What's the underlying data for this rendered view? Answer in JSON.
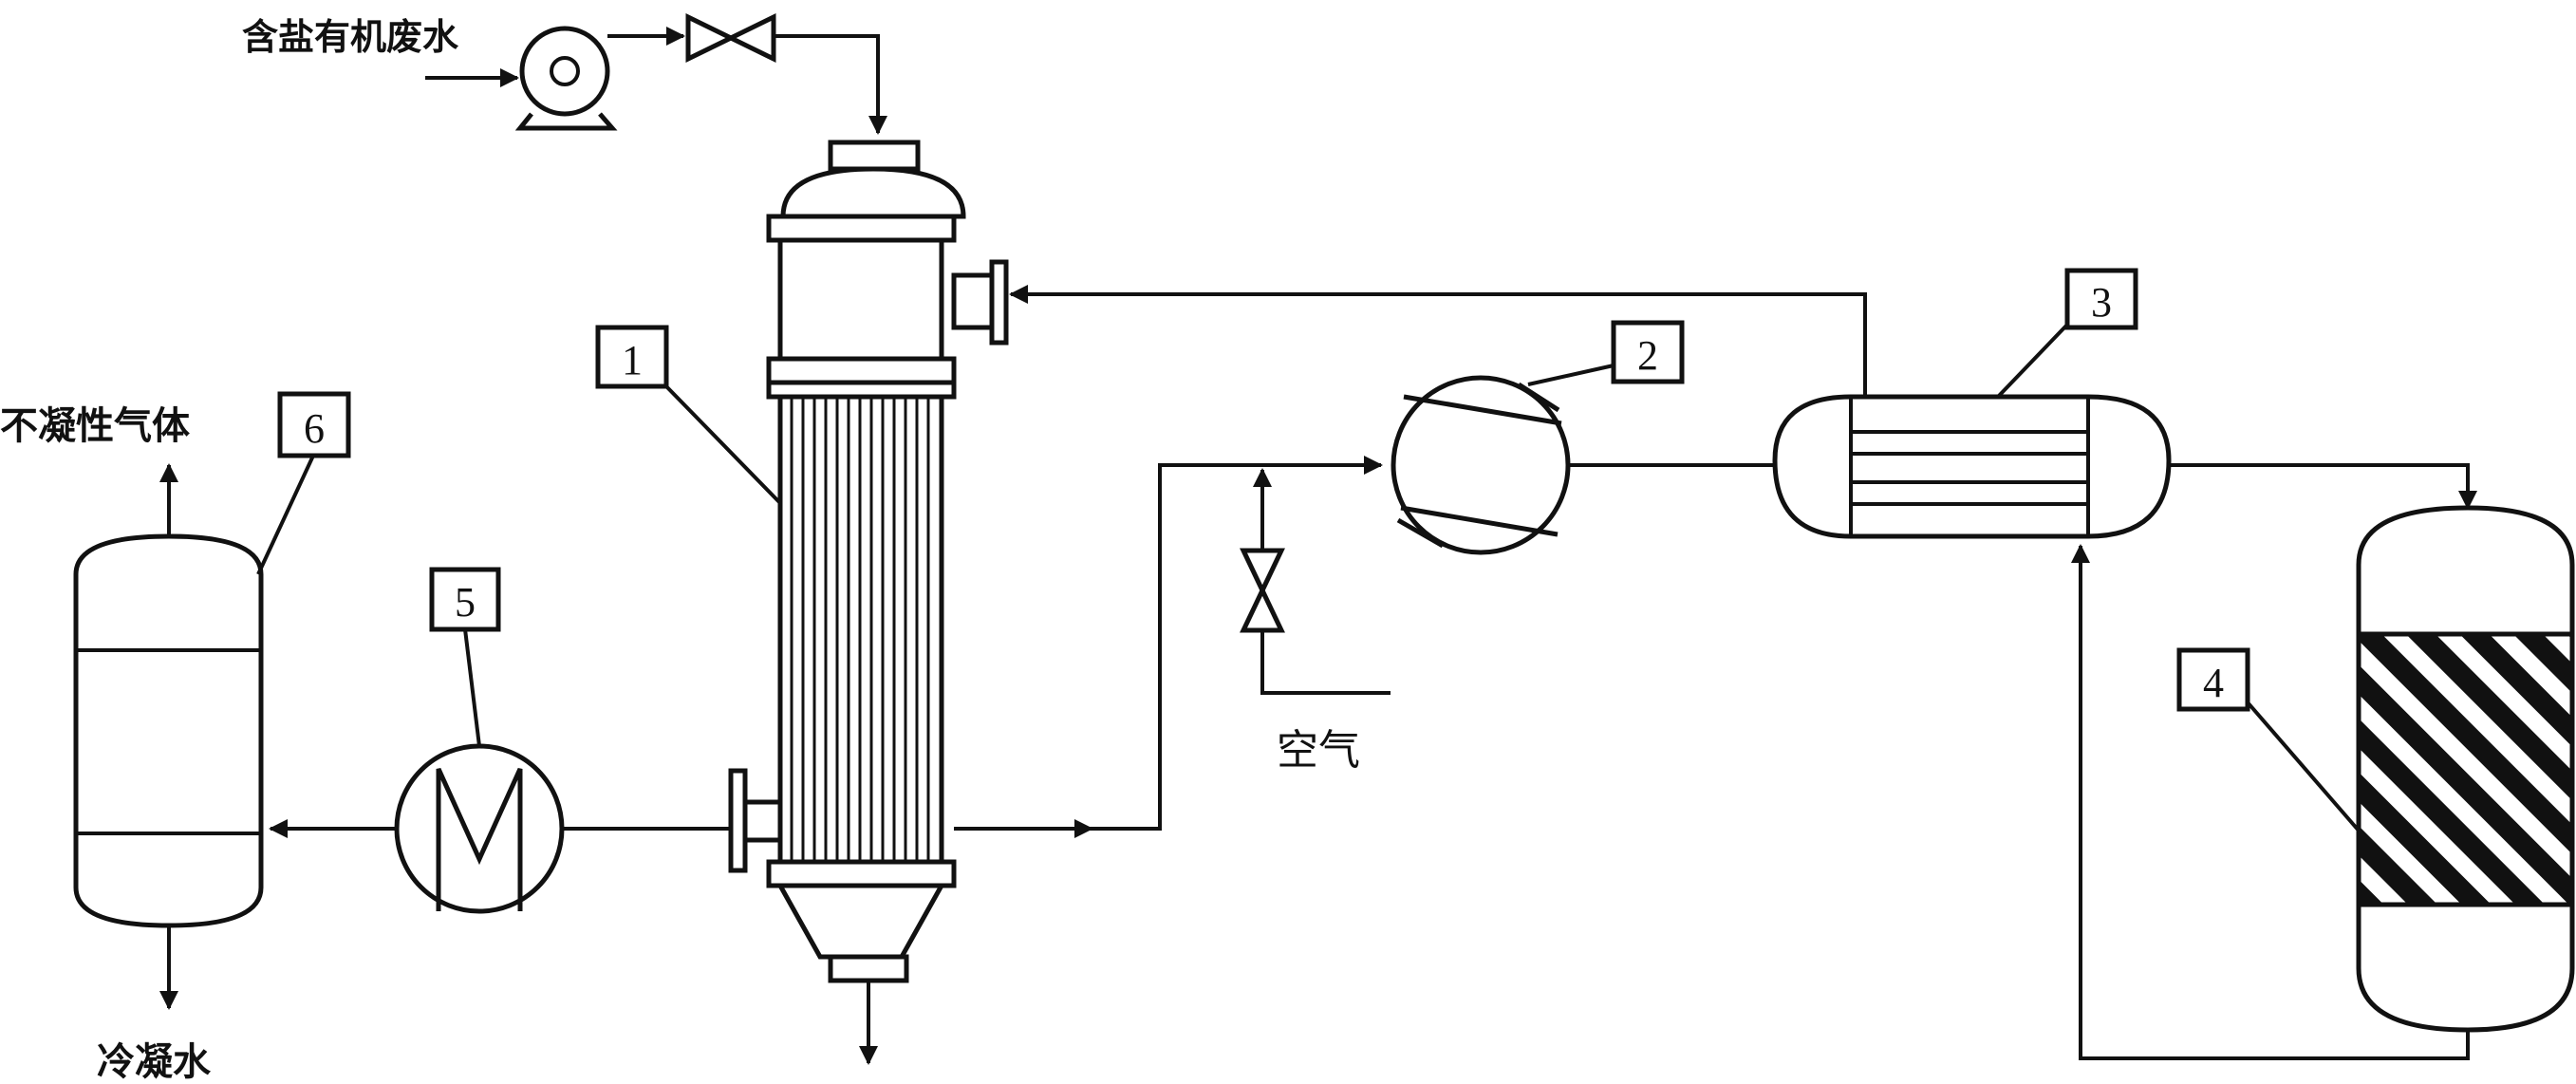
{
  "labels": {
    "feed": "含盐有机废水",
    "noncondensable": "不凝性气体",
    "condensate": "冷凝水",
    "air": "空气"
  },
  "callouts": [
    "1",
    "2",
    "3",
    "4",
    "5",
    "6"
  ]
}
